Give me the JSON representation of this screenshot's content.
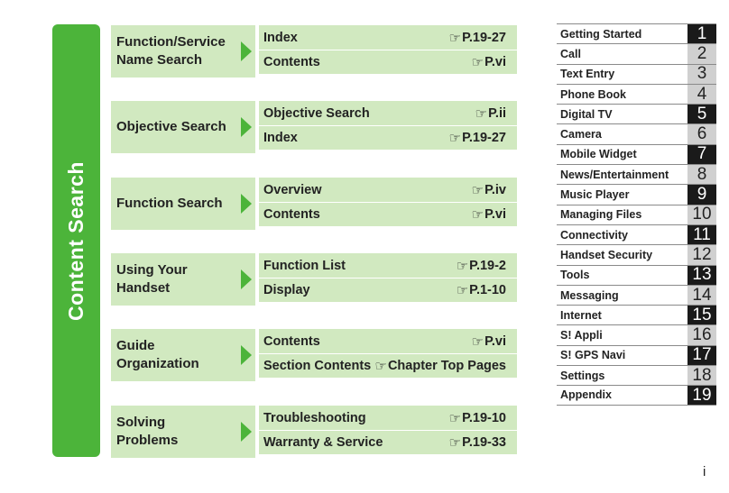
{
  "side_tab": "Content Search",
  "groups": [
    {
      "label": "Function/Service Name Search",
      "rows": [
        {
          "item": "Index",
          "ref": "P.19-27"
        },
        {
          "item": "Contents",
          "ref": "P.vi"
        }
      ]
    },
    {
      "label": "Objective Search",
      "rows": [
        {
          "item": "Objective Search",
          "ref": "P.ii"
        },
        {
          "item": "Index",
          "ref": "P.19-27"
        }
      ]
    },
    {
      "label": "Function Search",
      "rows": [
        {
          "item": "Overview",
          "ref": "P.iv"
        },
        {
          "item": "Contents",
          "ref": "P.vi"
        }
      ]
    },
    {
      "label": "Using Your Handset",
      "rows": [
        {
          "item": "Function List",
          "ref": "P.19-2"
        },
        {
          "item": "Display",
          "ref": "P.1-10"
        }
      ]
    },
    {
      "label": "Guide Organization",
      "rows": [
        {
          "item": "Contents",
          "ref": "P.vi"
        },
        {
          "item": "Section Contents",
          "ref": "Chapter Top Pages"
        }
      ]
    },
    {
      "label": "Solving Problems",
      "rows": [
        {
          "item": "Troubleshooting",
          "ref": "P.19-10"
        },
        {
          "item": "Warranty & Service",
          "ref": "P.19-33"
        }
      ]
    }
  ],
  "hand_icon": "pointing-hand-icon",
  "chapters": [
    {
      "title": "Getting Started",
      "num": "1"
    },
    {
      "title": "Call",
      "num": "2"
    },
    {
      "title": "Text Entry",
      "num": "3"
    },
    {
      "title": "Phone Book",
      "num": "4"
    },
    {
      "title": "Digital TV",
      "num": "5"
    },
    {
      "title": "Camera",
      "num": "6"
    },
    {
      "title": "Mobile Widget",
      "num": "7"
    },
    {
      "title": "News/Entertainment",
      "num": "8"
    },
    {
      "title": "Music Player",
      "num": "9"
    },
    {
      "title": "Managing Files",
      "num": "10"
    },
    {
      "title": "Connectivity",
      "num": "11"
    },
    {
      "title": "Handset Security",
      "num": "12"
    },
    {
      "title": "Tools",
      "num": "13"
    },
    {
      "title": "Messaging",
      "num": "14"
    },
    {
      "title": "Internet",
      "num": "15"
    },
    {
      "title": "S! Appli",
      "num": "16"
    },
    {
      "title": "S! GPS Navi",
      "num": "17"
    },
    {
      "title": "Settings",
      "num": "18"
    },
    {
      "title": "Appendix",
      "num": "19"
    }
  ],
  "page_number": "i",
  "colors": {
    "accent_green": "#4cb43a",
    "light_green": "#d1e9c0",
    "dark_tab": "#1a1a1a",
    "light_tab": "#d0d0d0"
  }
}
